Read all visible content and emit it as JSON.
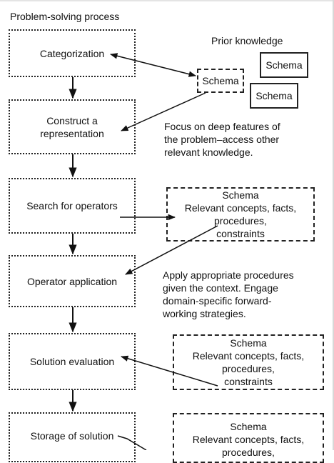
{
  "title": "Problem-solving process",
  "prior_knowledge_label": "Prior knowledge",
  "process_steps": [
    "Categorization",
    "Construct a\nrepresentation",
    "Search for operators",
    "Operator application",
    "Solution evaluation",
    "Storage of solution"
  ],
  "schema_small": [
    "Schema",
    "Schema",
    "Schema"
  ],
  "notes": {
    "deep_features": "Focus on deep features of\nthe problem–access other\nrelevant knowledge.",
    "procedures": "Apply appropriate procedures\ngiven the context. Engage\ndomain-specific forward-\nworking strategies."
  },
  "schema_boxes": [
    {
      "title": "Schema",
      "body": "Relevant concepts, facts,\nprocedures,\nconstraints"
    },
    {
      "title": "Schema",
      "body": "Relevant concepts, facts,\nprocedures,\nconstraints"
    },
    {
      "title": "Schema",
      "body": "Relevant concepts, facts,\nprocedures,"
    }
  ]
}
